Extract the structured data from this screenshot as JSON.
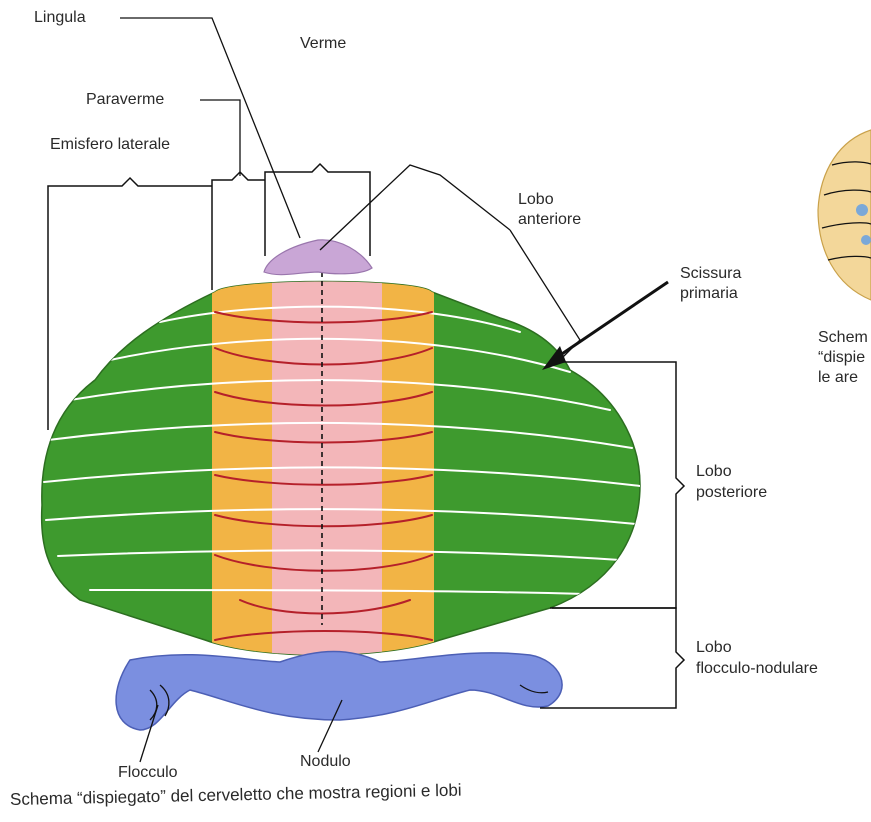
{
  "labels": {
    "lingula": "Lingula",
    "verme": "Verme",
    "paraverme": "Paraverme",
    "emisfero_laterale": "Emisfero laterale",
    "lobo_anteriore": [
      "Lobo",
      "anteriore"
    ],
    "scissura_primaria": [
      "Scissura",
      "primaria"
    ],
    "lobo_posteriore": [
      "Lobo",
      "posteriore"
    ],
    "lobo_flocculo_nodulare": [
      "Lobo",
      "flocculo-nodulare"
    ],
    "flocculo": "Flocculo",
    "nodulo": "Nodulo"
  },
  "inset_partial": [
    "Schem",
    "“dispie",
    "le are"
  ],
  "caption": "Schema “dispiegato” del cerveletto che mostra regioni e lobi",
  "colors": {
    "hemisphere": "#3e9a2e",
    "paravermis": "#f2b445",
    "vermis": "#f3b6b9",
    "lingula": "#c9a6d6",
    "flocculonodular": "#7b8fe0",
    "fissure": "#b5202a",
    "inset": "#f3d79a"
  }
}
